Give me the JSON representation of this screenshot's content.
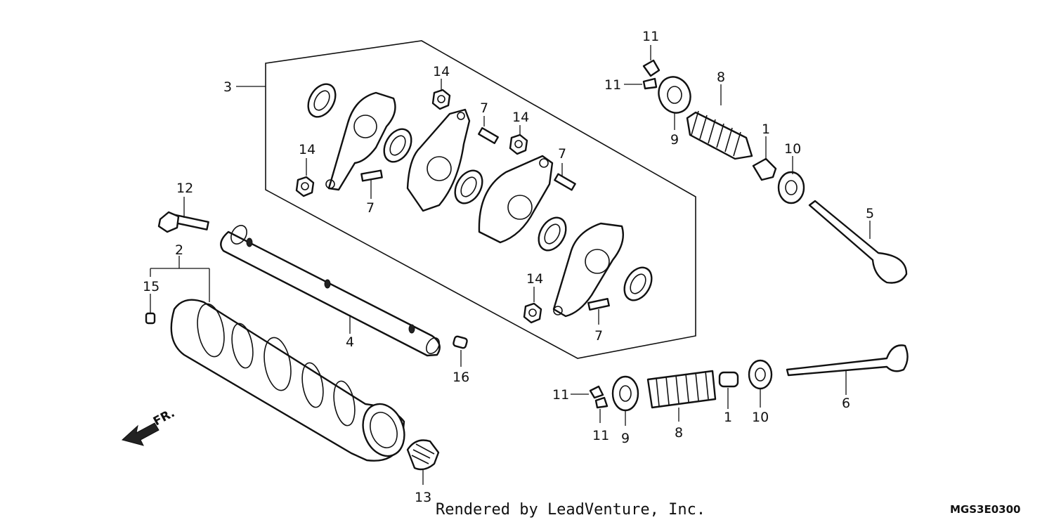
{
  "callouts": {
    "c1a": "1",
    "c1b": "1",
    "c2": "2",
    "c3": "3",
    "c4": "4",
    "c5": "5",
    "c6": "6",
    "c7a": "7",
    "c7b": "7",
    "c7c": "7",
    "c7d": "7",
    "c8a": "8",
    "c8b": "8",
    "c9a": "9",
    "c9b": "9",
    "c10a": "10",
    "c10b": "10",
    "c11a": "11",
    "c11b": "11",
    "c11c": "11",
    "c11d": "11",
    "c12": "12",
    "c13": "13",
    "c14a": "14",
    "c14b": "14",
    "c14c": "14",
    "c14d": "14",
    "c15": "15",
    "c16": "16"
  },
  "front_arrow_label": "FR.",
  "credit": "Rendered by LeadVenture, Inc.",
  "diagram_code": "MGS3E0300"
}
